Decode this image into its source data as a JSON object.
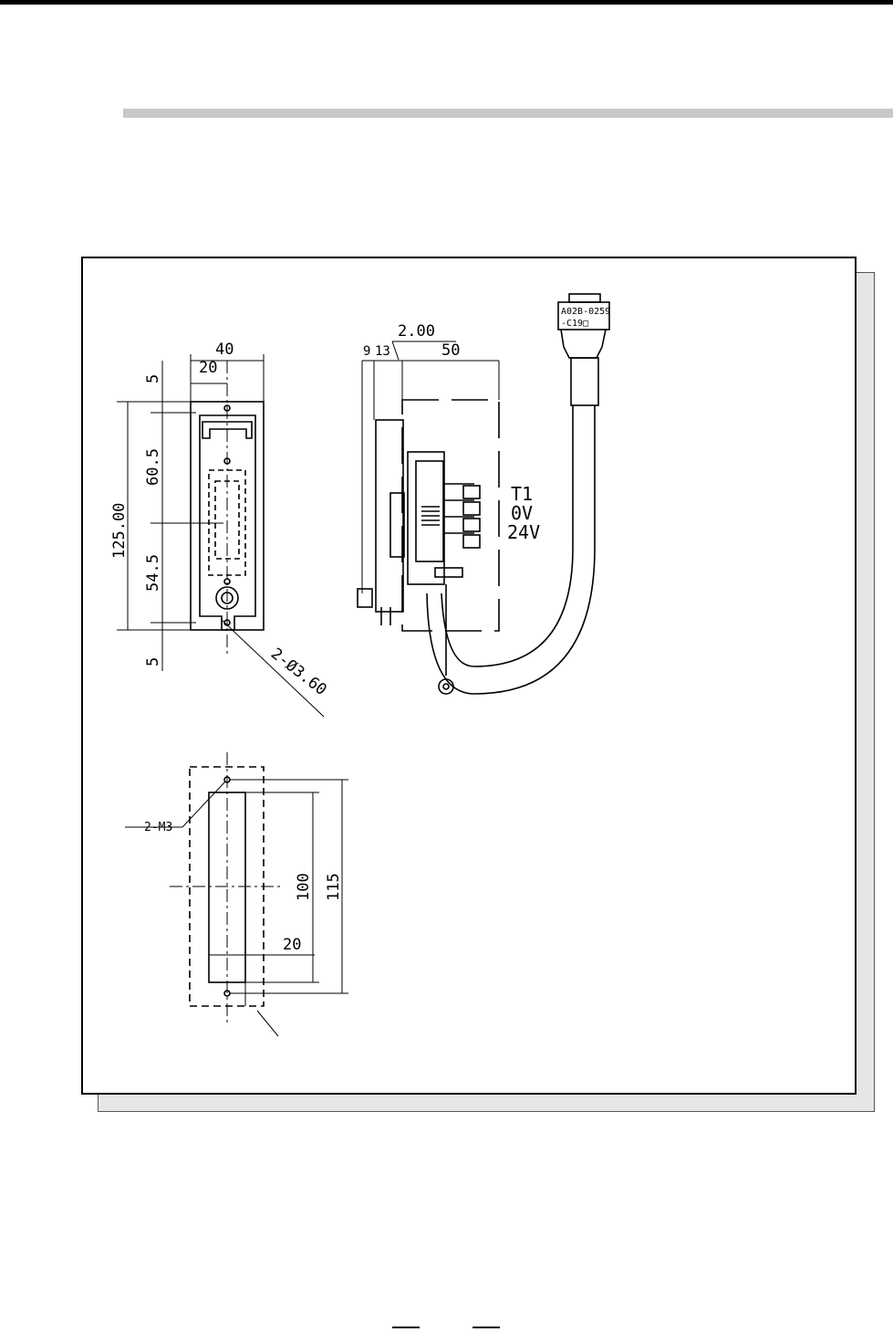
{
  "drawing": {
    "front_view": {
      "dim_width_total": "40",
      "dim_width_half": "20",
      "dim_top_margin": "5",
      "dim_upper": "60.5",
      "dim_lower": "54.5",
      "dim_bottom_margin": "5",
      "dim_height_total": "125.00",
      "hole_callout": "2-Ø3.60"
    },
    "side_view": {
      "dim_a": "9",
      "dim_b": "13",
      "dim_plate": "2.00",
      "dim_depth": "50",
      "terminal_labels": [
        "T1",
        "0V",
        "24V"
      ]
    },
    "connector": {
      "label_line1": "A02B-0259",
      "label_line2": "-C19□"
    },
    "panel_cutout": {
      "screw_callout": "2-M3",
      "dim_cutout_height": "100",
      "dim_hole_pitch": "115",
      "dim_cutout_width": "20"
    }
  }
}
